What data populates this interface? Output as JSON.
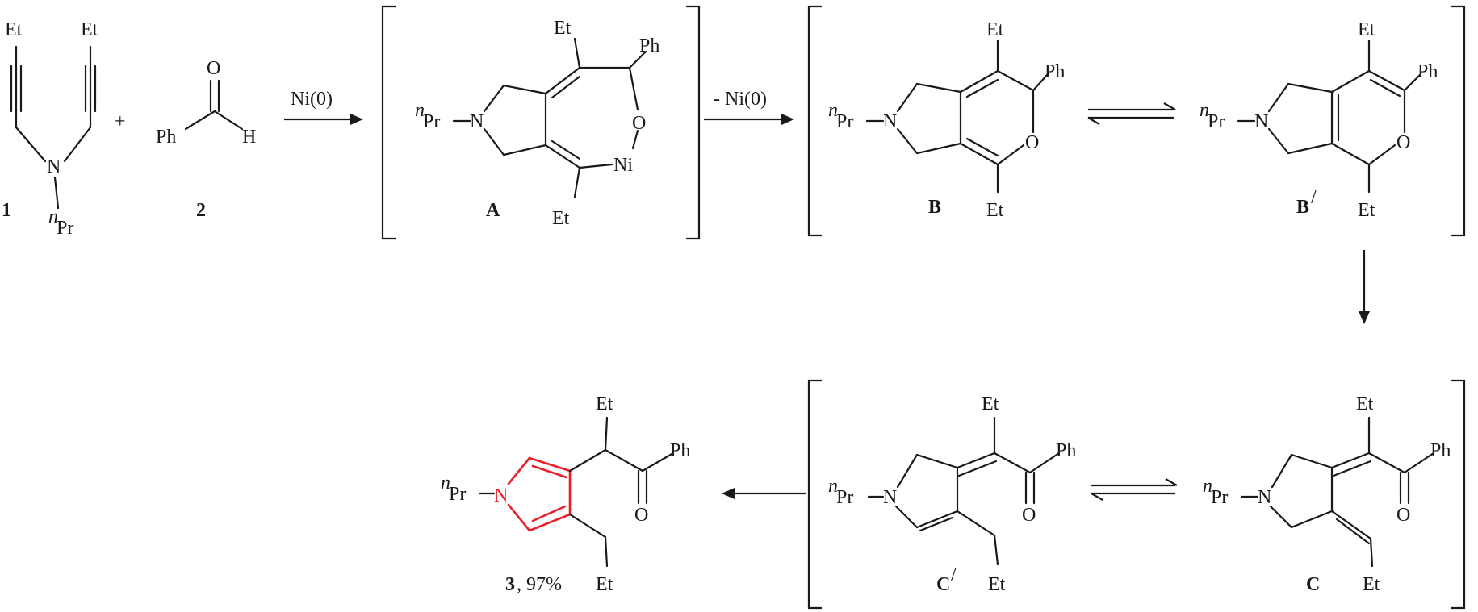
{
  "groups": {
    "et": "Et",
    "ph": "Ph",
    "npr_sup": "n",
    "npr": "Pr",
    "n": "N",
    "o": "O",
    "h": "H",
    "ni": "Ni",
    "plus": "+"
  },
  "labels": {
    "c1": "1",
    "c2": "2",
    "A": "A",
    "B": "B",
    "Bp": "B",
    "prime": "/",
    "C": "C",
    "Cp": "C",
    "c3": "3",
    "c3_yield": ", 97%"
  },
  "arrows": {
    "step1": "Ni(0)",
    "step2": "- Ni(0)"
  },
  "colors": {
    "ink": "#1a1a1a",
    "pyrrole": "#e8202a"
  }
}
